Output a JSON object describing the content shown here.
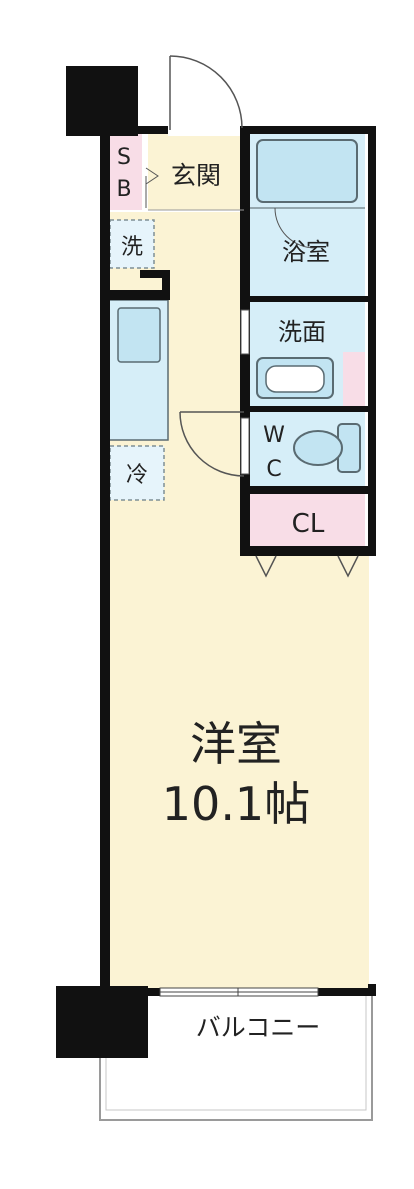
{
  "rooms": {
    "sb": {
      "line1": "S",
      "line2": "B"
    },
    "genkan": "玄関",
    "bath": "浴室",
    "washbasin": "洗面",
    "wc": {
      "line1": "W",
      "line2": "C"
    },
    "closet": "CL",
    "washer": "洗",
    "fridge": "冷",
    "western_room": {
      "name": "洋室",
      "size": "10.1帖"
    },
    "balcony": "バルコニー"
  },
  "colors": {
    "wall": "#111111",
    "floor": "#fbf3d4",
    "wet_area": "#d6eef8",
    "storage": "#f8dde7",
    "genkan": "#fbf3d4",
    "fixture_fill": "#c2e4f2",
    "fixture_stroke": "#5a6b72"
  }
}
